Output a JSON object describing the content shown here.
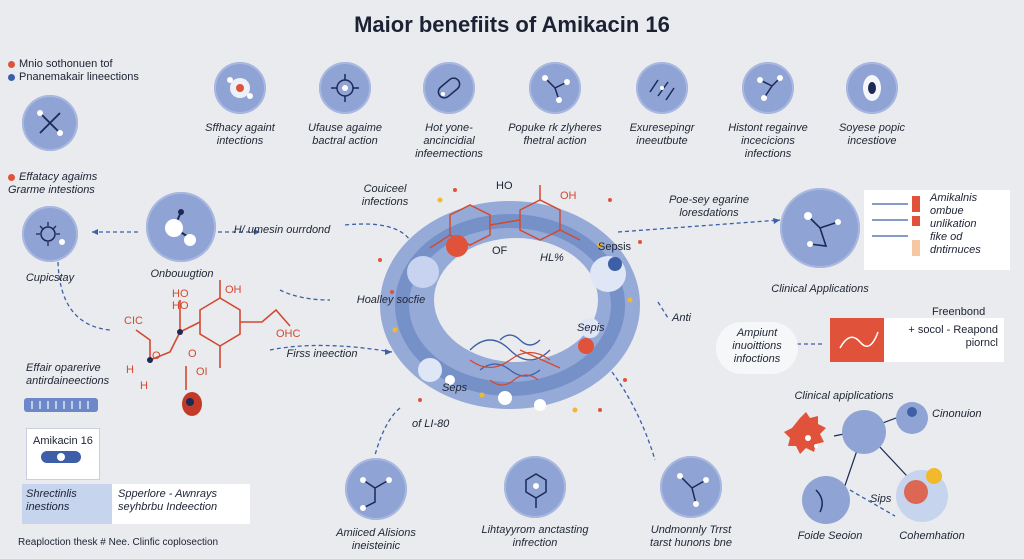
{
  "title": "Maior benefiits of Amikacin 16",
  "legend": {
    "items": [
      {
        "label": "Mnio sothonuen tof",
        "color": "#e0533a"
      },
      {
        "label": "Pnanemakair lineections",
        "color": "#3d5fa8"
      }
    ]
  },
  "top_icons": [
    {
      "label": "Sffhacy againt\nintections"
    },
    {
      "label": "Ufause agaime\nbactral action"
    },
    {
      "label": "Hot yone-\nancincidial\ninfeemections"
    },
    {
      "label": "Popuke rk zlyheres\nfhetral action"
    },
    {
      "label": "Exuresepingr\nineeutbute"
    },
    {
      "label": "Histont regainve\nincecicions\ninfections"
    },
    {
      "label": "Soyese popic\nincestiove"
    }
  ],
  "left": {
    "efficacy_text": "Effatacy agaims\nGrarme intestions",
    "cupicstay": "Cupicstay",
    "onbouugtion": "Onbouugtion",
    "hv_label": "H/ umesin ourrdond",
    "effair_label": "Effair oparerive\nantirdaineections"
  },
  "molecule": {
    "labels": [
      "CIC",
      "HO",
      "HO",
      "OH",
      "O",
      "O",
      "H",
      "OHC",
      "H",
      "OI"
    ]
  },
  "bottle": {
    "label": "Amikacin 16"
  },
  "bottom_table": {
    "cells": [
      "Shrectinlis\ninestions",
      "Spperlore  - Awnrays\nseyhbrbu    Indeection"
    ]
  },
  "footer": "Reaploction thesk # Nee. Clinfic coplosection",
  "center": {
    "couiceel": "Couiceel\ninfections",
    "ho": "HO",
    "oh_bottom": "OH",
    "of": "OF",
    "hl": "HL%",
    "sepsis_1": "Sepsis",
    "sepsis_2": "Sepis",
    "seps": "Seps",
    "hoaley": "Hoalley socfie",
    "firss": "Firss ineection",
    "of_li": "of LI-80"
  },
  "right": {
    "poe_label": "Poe-sey egarine\nloresdations",
    "clinical_apps": "Clinical Applications",
    "legend_lines": "Amikalnis\nombue\nunlikation\nfike od\ndntirnuces",
    "anti": "Anti",
    "ampiunt": "Ampiunt\ninuoittions\ninfoctions",
    "freenbond": "Freenbond",
    "reapond": "+ socol  - Reapond\npiorncl",
    "clinical_apps2": "Clinical apiplications",
    "onounuon": "Cinonuion",
    "sips": "Sips",
    "foide": "Foide  Seoion",
    "cohemhation": "Cohemhation"
  },
  "bottom_icons": [
    {
      "label": "Amiiced Alisions\nineisteinic"
    },
    {
      "label": "Lihtayyrom anctasting\ninfrection"
    },
    {
      "label": "Undmonnly Trrst\ntarst hunons bne"
    }
  ]
}
